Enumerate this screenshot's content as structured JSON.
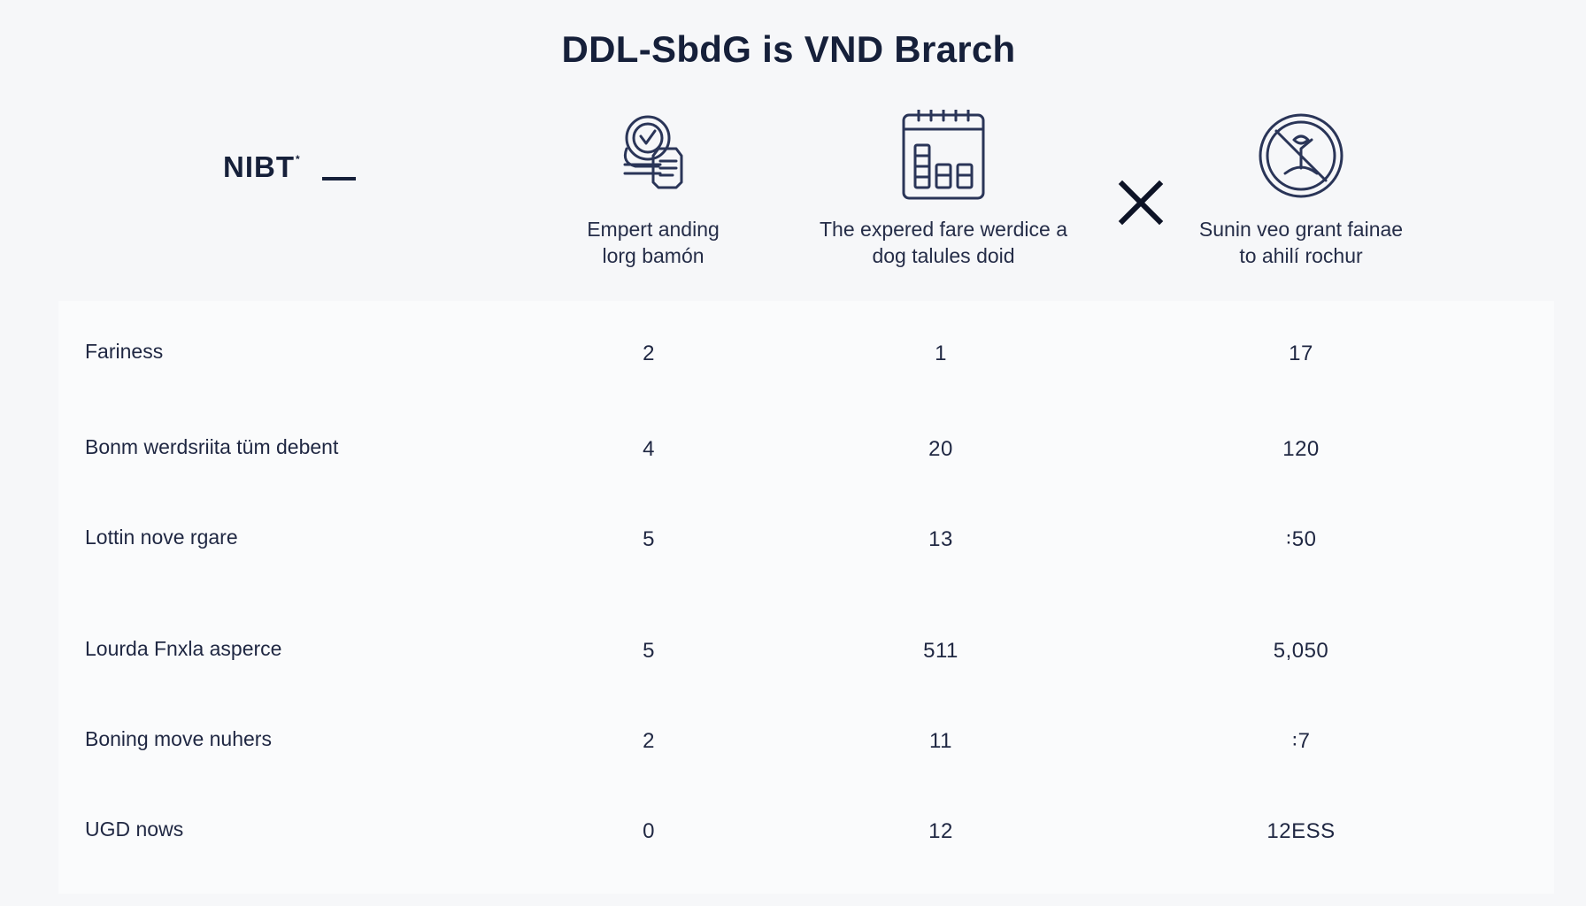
{
  "title": "DDL-SbdG is VND Brarch",
  "brand": {
    "text": "NIBT",
    "sup": "*"
  },
  "columns": [
    {
      "icon": "shield-check-document-icon",
      "label_line1": "Empert anding",
      "label_line2": "lorg bamón"
    },
    {
      "icon": "calendar-table-icon",
      "label_line1": "The expered fare werdice a",
      "label_line2": "dog talules doid"
    },
    {
      "icon": "no-symbol-icon",
      "label_line1": "Sunin veo grant fainae",
      "label_line2": "to ahilí rochur"
    }
  ],
  "rows": [
    {
      "label": "Fariness",
      "values": [
        "2",
        "1",
        "17"
      ]
    },
    {
      "label": "Bonm werdsriita tüm debent",
      "values": [
        "4",
        "20",
        "120"
      ]
    },
    {
      "label": "Lottin nove rgare",
      "values": [
        "5",
        "13",
        "꞉50"
      ]
    },
    {
      "label": "Lourda Fnxla asperce",
      "values": [
        "5",
        "511",
        "5,050"
      ]
    },
    {
      "label": "Boning move nuhers",
      "values": [
        "2",
        "11",
        "꞉7"
      ]
    },
    {
      "label": "UGD nows",
      "values": [
        "0",
        "12",
        "12ESS"
      ]
    }
  ],
  "colors": {
    "ink": "#1c2440",
    "icon_stroke": "#2a3558",
    "background": "#f6f7f9"
  }
}
